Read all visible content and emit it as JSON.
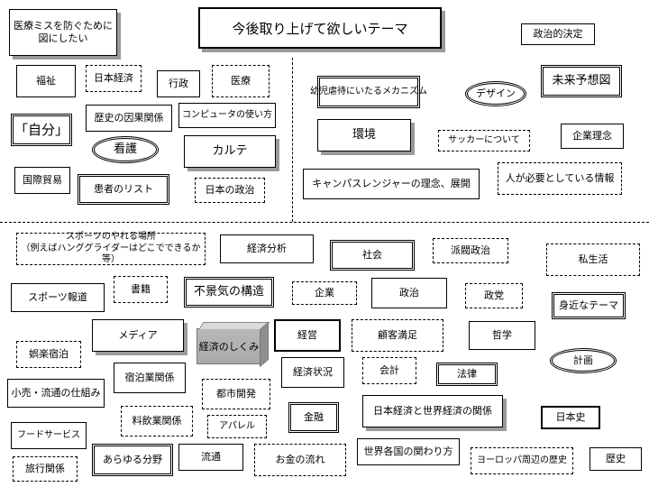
{
  "title": "今後取り上げて欲しいテーマ",
  "items": {
    "iryo_misu": "医療ミスを防ぐために図にしたい",
    "seijiteki_kettei": "政治的決定",
    "fukushi": "福祉",
    "nihon_keizai": "日本経済",
    "gyosei": "行政",
    "iryo": "医療",
    "jibun": "「自分」",
    "rekishi_inga": "歴史の因果関係",
    "computer": "コンピュータの使い方",
    "kango": "看護",
    "karute": "カルテ",
    "kokusai_boeki": "国際貿易",
    "kanja_list": "患者のリスト",
    "nihon_seiji": "日本の政治",
    "yoji_gyakutai": "幼児虐待にいたるメカニズム",
    "design": "デザイン",
    "mirai_yosozu": "未来予想図",
    "kankyo": "環境",
    "soccer": "サッカーについて",
    "kigyo_rinen": "企業理念",
    "campus_ranger": "キャンパスレンジャーの理念、展開",
    "hito_hitsuyo": "人が必要としている情報",
    "sports_basho": "スポーツのやれる場所\n（例えばハンググライダーはどこでできるか等）",
    "keizai_bunseki": "経済分析",
    "shakai": "社会",
    "habatsu_seiji": "派閥政治",
    "shiseikatsu": "私生活",
    "sports_hodo": "スポーツ報道",
    "shoseki": "書籍",
    "fukeiki": "不景気の構造",
    "kigyo": "企業",
    "seiji": "政治",
    "seito": "政党",
    "mijika_theme": "身近なテーマ",
    "media": "メディア",
    "keizai_shikumi": "経済のしくみ",
    "keiei": "経営",
    "kokyaku_manzoku": "顧客満足",
    "tetsugaku": "哲学",
    "goraku_shukuhaku": "娯楽宿泊",
    "shukuhaku_kankei": "宿泊業関係",
    "keizai_jokyo": "経済状況",
    "kaikei": "会計",
    "horitsu": "法律",
    "keikaku": "計画",
    "kouri_ryutsu": "小売・流通の仕組み",
    "toshi_kaihatsu": "都市開発",
    "kinyu": "金融",
    "nihon_sekai_keizai": "日本経済と世界経済の関係",
    "nihonshi": "日本史",
    "inshoku": "料飲業関係",
    "apparel": "アパレル",
    "food_service": "フードサービス",
    "arayuru": "あらゆる分野",
    "ryutsu": "流通",
    "okane": "お金の流れ",
    "sekai_kakkoku": "世界各国の関わり方",
    "europe": "ヨーロッパ周辺の歴史",
    "rekishi": "歴史",
    "ryoko": "旅行関係"
  }
}
